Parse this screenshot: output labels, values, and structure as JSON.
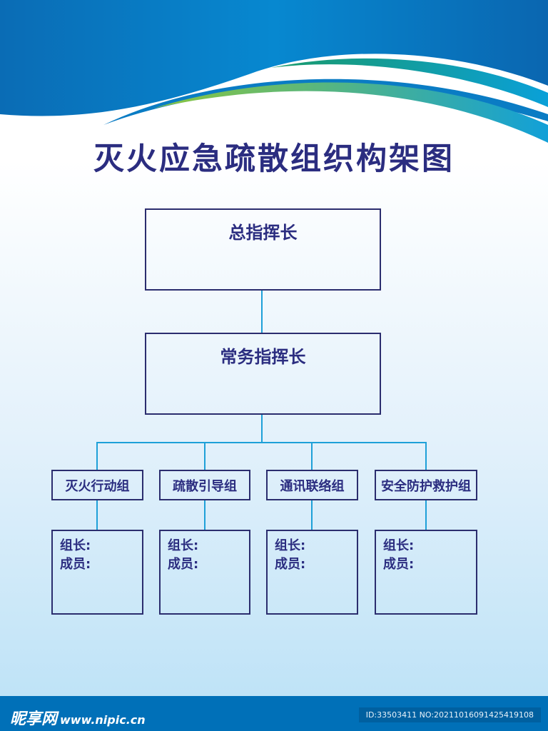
{
  "title": "灭火应急疏散组织构架图",
  "chief": "总指挥长",
  "deputy": "常务指挥长",
  "groups": [
    {
      "name": "灭火行动组",
      "leader": "组长:",
      "members": "成员:"
    },
    {
      "name": "疏散引导组",
      "leader": "组长:",
      "members": "成员:"
    },
    {
      "name": "通讯联络组",
      "leader": "组长:",
      "members": "成员:"
    },
    {
      "name": "安全防护救护组",
      "leader": "组长:",
      "members": "成员:"
    }
  ],
  "footer": {
    "logo": "昵享网",
    "site": "www.nipic.cn",
    "id": "ID:33503411 NO:20211016091425419108"
  },
  "colors": {
    "navy": "#2b2d80",
    "connector": "#1ea0d8",
    "brand_blue": "#0070b8"
  }
}
